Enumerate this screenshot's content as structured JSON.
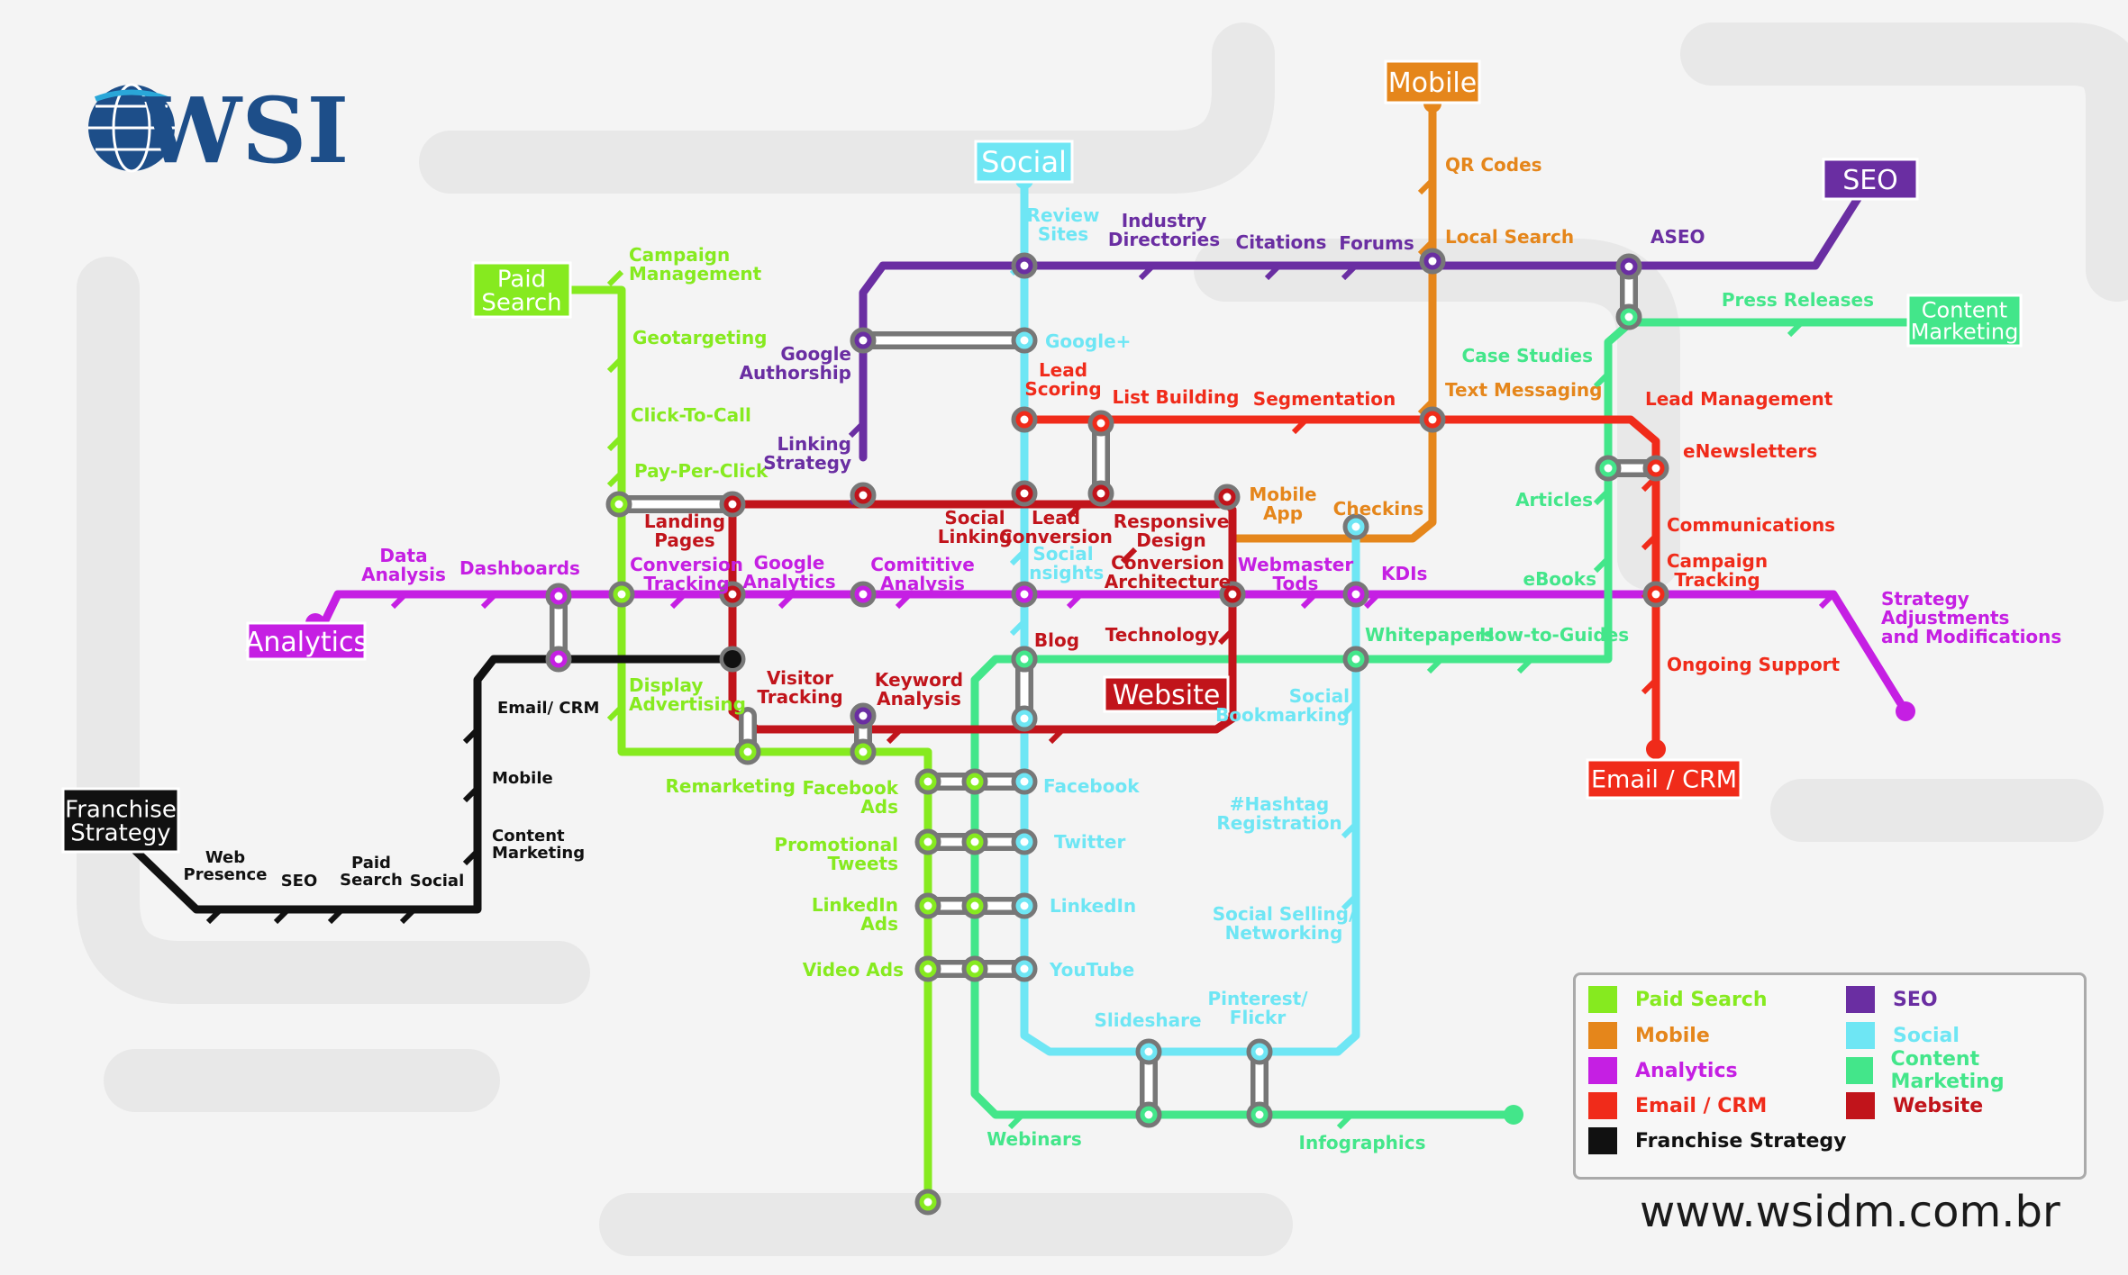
{
  "logo": {
    "text": "WSI"
  },
  "url": "www.wsidm.com.br",
  "colors": {
    "paid": "#86ea1f",
    "mobile": "#e5861b",
    "analytics": "#c51fe3",
    "email": "#f02b1a",
    "franchise": "#111111",
    "seo": "#6a2ea2",
    "social": "#6ee6f4",
    "content": "#43e68a",
    "website": "#c1141b"
  },
  "terminals": {
    "paid": "Paid\nSearch",
    "mobile": "Mobile",
    "social": "Social",
    "seo": "SEO",
    "content": "Content\nMarketing",
    "analytics": "Analytics",
    "franchise": "Franchise\nStrategy",
    "email": "Email / CRM",
    "website": "Website"
  },
  "labels": {
    "campaign_management": "Campaign\nManagement",
    "geotargeting": "Geotargeting",
    "click_to_call": "Click-To-Call",
    "pay_per_click": "Pay-Per-Click",
    "display_advertising": "Display\nAdvertising",
    "remarketing": "Remarketing",
    "facebook_ads": "Facebook\nAds",
    "promotional_tweets": "Promotional\nTweets",
    "linkedin_ads": "LinkedIn\nAds",
    "video_ads": "Video Ads",
    "qr_codes": "QR Codes",
    "local_search": "Local Search",
    "text_messaging": "Text Messaging",
    "mobile_app": "Mobile\nApp",
    "checkins": "Checkins",
    "review_sites": "Review\nSites",
    "industry_directories": "Industry\nDirectories",
    "citations": "Citations",
    "forums": "Forums",
    "aseo": "ASEO",
    "google_authorship": "Google\nAuthorship",
    "linking_strategy": "Linking\nStrategy",
    "google_plus": "Google+",
    "social_insights": "Social\nInsights",
    "facebook": "Facebook",
    "twitter": "Twitter",
    "linkedin": "LinkedIn",
    "youtube": "YouTube",
    "slideshare": "Slideshare",
    "pinterest_flickr": "Pinterest/\nFlickr",
    "social_selling": "Social Selling/\nNetworking",
    "hashtag_registration": "#Hashtag\nRegistration",
    "social_bookmarking": "Social\nBookmarking",
    "press_releases": "Press Releases",
    "case_studies": "Case Studies",
    "articles": "Articles",
    "ebooks": "eBooks",
    "whitepapers": "Whitepapers",
    "how_to_guides": "How-to-Guides",
    "webinars": "Webinars",
    "infographics": "Infographics",
    "lead_scoring": "Lead\nScoring",
    "list_building": "List Building",
    "segmentation": "Segmentation",
    "lead_management": "Lead Management",
    "enewsletters": "eNewsletters",
    "communications": "Communications",
    "campaign_tracking": "Campaign\nTracking",
    "ongoing_support": "Ongoing Support",
    "landing_pages": "Landing\nPages",
    "social_linking": "Social\nLinking",
    "lead_conversion": "Lead\nConversion",
    "responsive_design": "Responsive\nDesign",
    "conversion_architecture": "Conversion\nArchitecture",
    "technology": "Technology",
    "blog": "Blog",
    "visitor_tracking": "Visitor\nTracking",
    "keyword_analysis": "Keyword\nAnalysis",
    "data_analysis": "Data\nAnalysis",
    "dashboards": "Dashboards",
    "conversion_tracking": "Conversion\nTracking",
    "google_analytics": "Google\nAnalytics",
    "competitive_analysis": "Comititive\nAnalysis",
    "webmaster_tools": "Webmaster\nTods",
    "kdis": "KDIs",
    "strategy_adjustments": "Strategy\nAdjustments\nand Modifications",
    "email_crm_stop": "Email/ CRM",
    "mobile_stop": "Mobile",
    "content_marketing_stop": "Content\nMarketing",
    "web_presence": "Web\nPresence",
    "seo_stop": "SEO",
    "paid_search_stop": "Paid\nSearch",
    "social_stop": "Social"
  },
  "legend": [
    {
      "label": "Paid Search",
      "color": "#86ea1f"
    },
    {
      "label": "SEO",
      "color": "#6a2ea2"
    },
    {
      "label": "Mobile",
      "color": "#e5861b"
    },
    {
      "label": "Social",
      "color": "#6ee6f4"
    },
    {
      "label": "Analytics",
      "color": "#c51fe3"
    },
    {
      "label": "Content Marketing",
      "color": "#43e68a"
    },
    {
      "label": "Email / CRM",
      "color": "#f02b1a"
    },
    {
      "label": "Website",
      "color": "#c1141b"
    },
    {
      "label": "Franchise Strategy",
      "color": "#111111"
    }
  ]
}
